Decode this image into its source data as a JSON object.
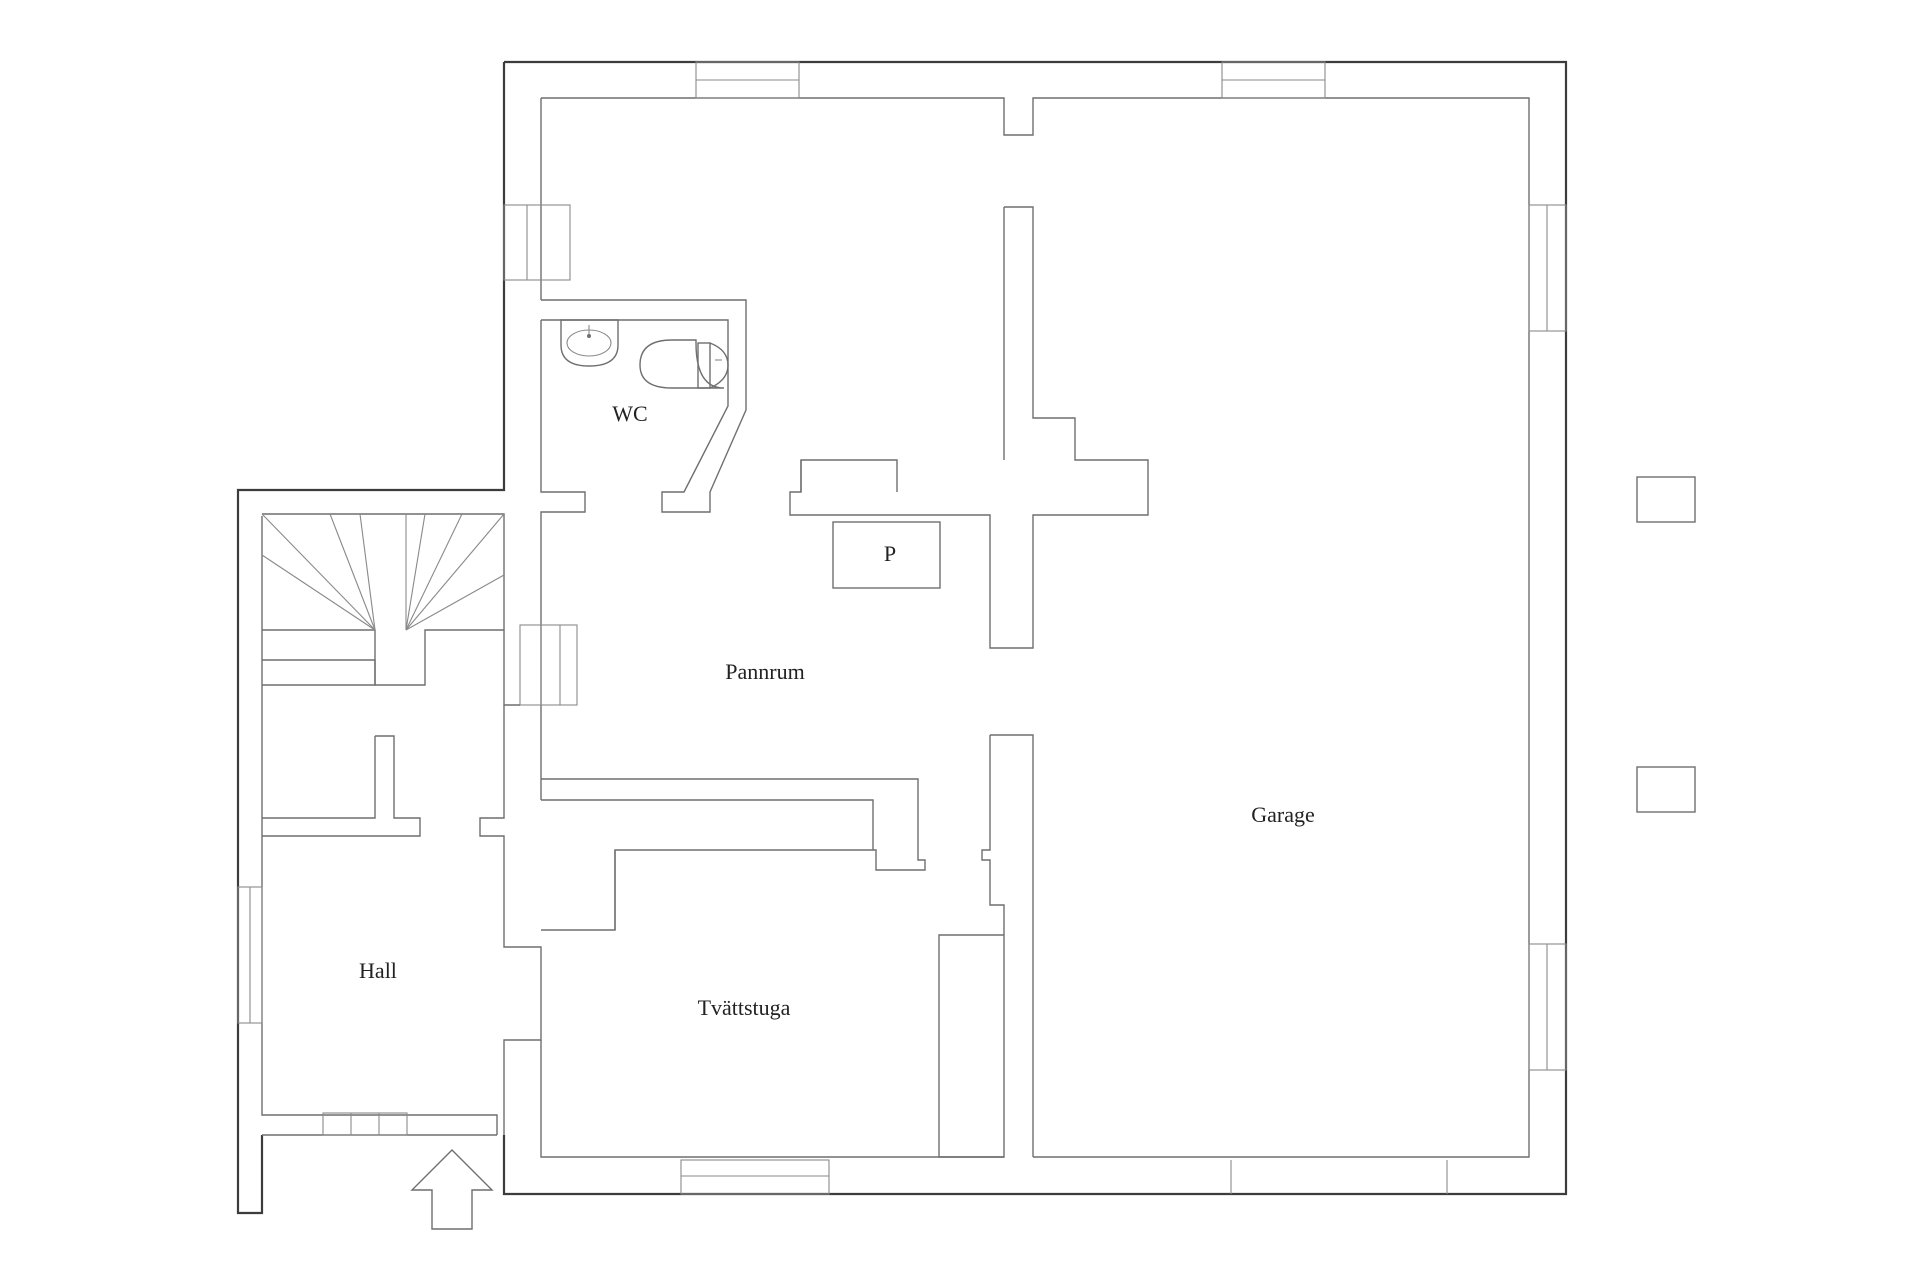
{
  "rooms": {
    "wc": "WC",
    "pannrum": "Pannrum",
    "p": "P",
    "garage": "Garage",
    "hall": "Hall",
    "tvattstuga": "Tvättstuga"
  },
  "colors": {
    "walls": "#6f6f6f",
    "outer_walls": "#3c3c3c",
    "background": "#ffffff",
    "text": "#222222"
  }
}
